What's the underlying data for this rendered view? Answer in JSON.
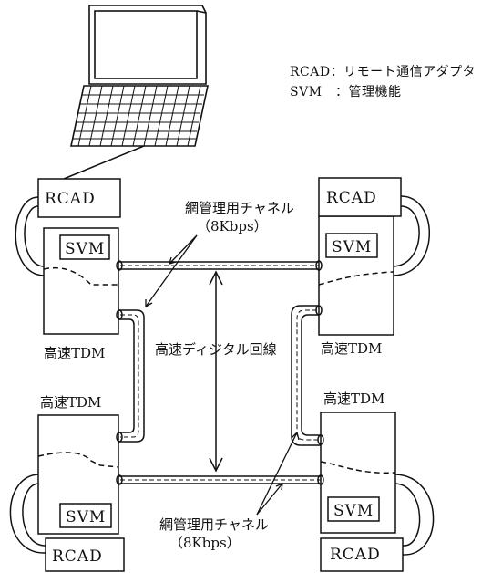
{
  "legend": {
    "line1": "RCAD：リモート通信アダプタ",
    "line2": "SVM　：管理機能"
  },
  "nodes": {
    "top_left": {
      "rcad": "RCAD",
      "svm": "SVM",
      "label": "高速TDM"
    },
    "top_right": {
      "rcad": "RCAD",
      "svm": "SVM",
      "label": "高速TDM"
    },
    "bottom_left": {
      "rcad": "RCAD",
      "svm": "SVM",
      "label": "高速TDM"
    },
    "bottom_right": {
      "rcad": "RCAD",
      "svm": "SVM",
      "label": "高速TDM"
    }
  },
  "labels": {
    "channel_top": "網管理用チャネル",
    "channel_top_rate": "（8Kbps）",
    "digital_line": "高速ディジタル回線",
    "channel_bottom": "網管理用チャネル",
    "channel_bottom_rate": "（8Kbps）"
  }
}
